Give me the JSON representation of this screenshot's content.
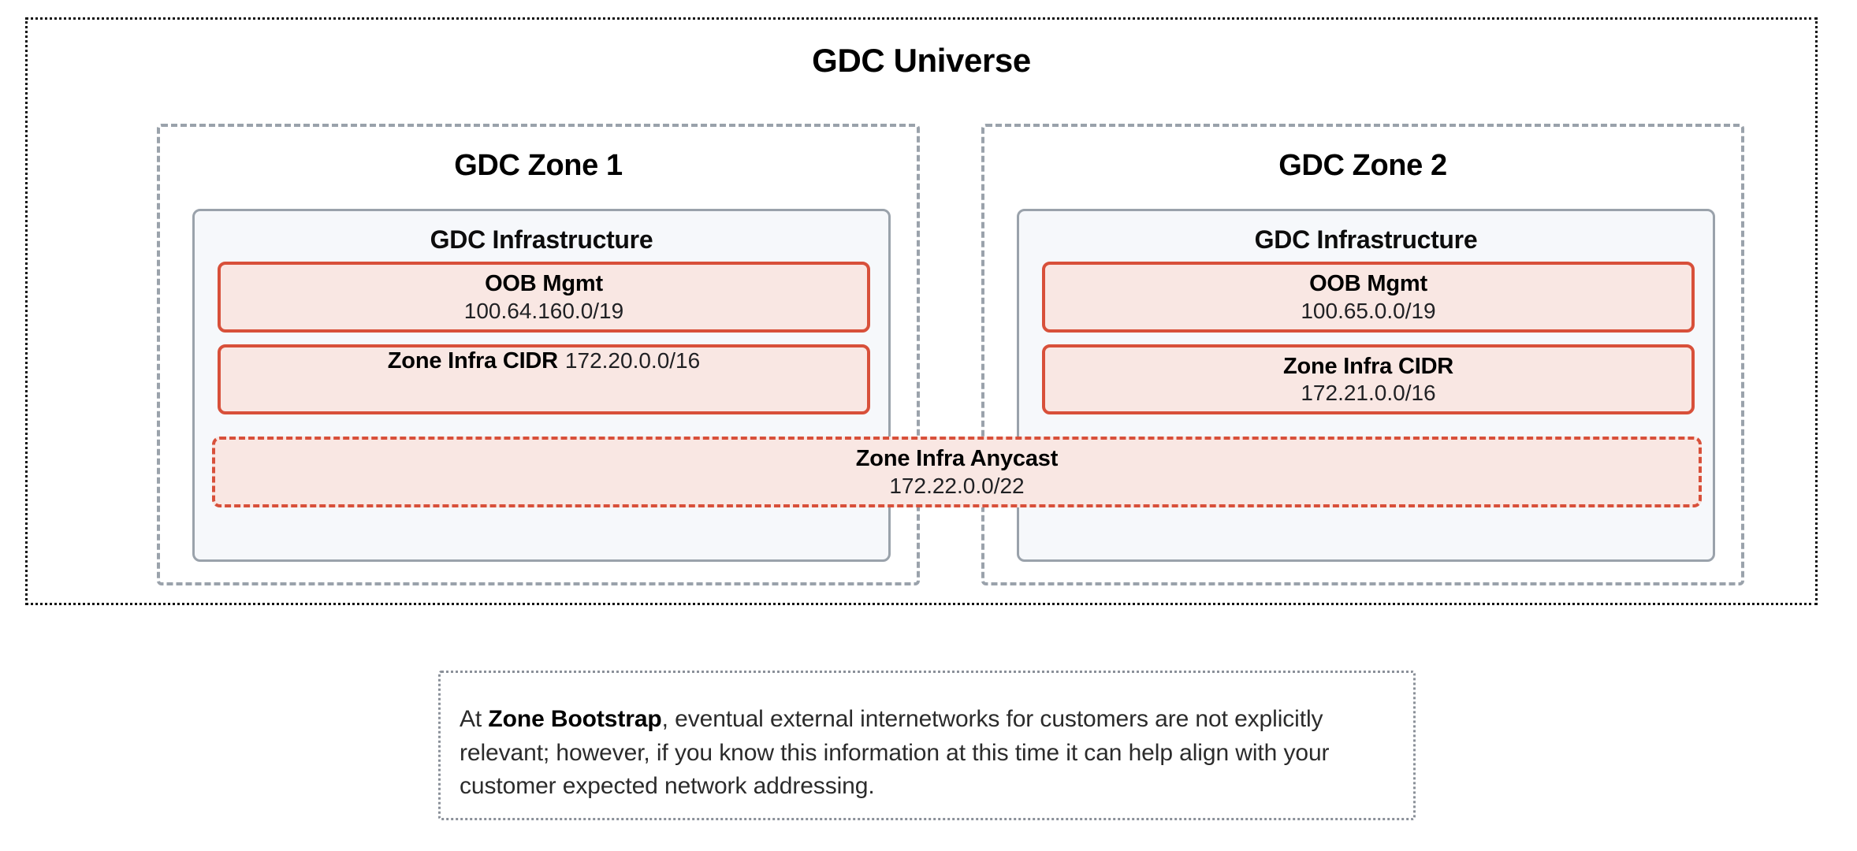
{
  "diagram": {
    "universe": {
      "title": "GDC Universe"
    },
    "zones": [
      {
        "title": "GDC Zone 1",
        "infrastructure": {
          "title": "GDC Infrastructure",
          "blocks": [
            {
              "name": "oob-mgmt",
              "label": "OOB Mgmt",
              "value": "100.64.160.0/19",
              "layout": "stacked",
              "border": "solid"
            },
            {
              "name": "zone-infra-cidr",
              "label": "Zone Infra CIDR",
              "value": "172.20.0.0/16",
              "layout": "inline",
              "border": "solid"
            }
          ]
        }
      },
      {
        "title": "GDC Zone 2",
        "infrastructure": {
          "title": "GDC Infrastructure",
          "blocks": [
            {
              "name": "oob-mgmt",
              "label": "OOB Mgmt",
              "value": "100.65.0.0/19",
              "layout": "stacked",
              "border": "solid"
            },
            {
              "name": "zone-infra-cidr",
              "label": "Zone Infra CIDR",
              "value": "172.21.0.0/16",
              "layout": "stacked",
              "border": "solid"
            }
          ]
        }
      }
    ],
    "anycast": {
      "label": "Zone Infra Anycast",
      "value": "172.22.0.0/22",
      "border": "dashed",
      "spans_zones": true
    },
    "note": {
      "text_html": "At <b>Zone Bootstrap</b>, eventual external internetworks for customers are not explicitly relevant; however, if you know this information at this time it can help align with your customer expected network addressing.",
      "text_plain": "At Zone Bootstrap, eventual external internetworks for customers are not explicitly relevant; however, if you know this information at this time it can help align with your customer expected network addressing.",
      "emphasis": "Zone Bootstrap"
    },
    "colors": {
      "accent_border": "#d8503a",
      "accent_fill": "#f9e7e3",
      "panel_fill": "#f6f8fb",
      "panel_border": "#9aa2ab",
      "zone_border": "#9aa2ab",
      "universe_border": "#111111",
      "note_border": "#8a9099",
      "text": "#000000",
      "background": "#ffffff"
    }
  }
}
